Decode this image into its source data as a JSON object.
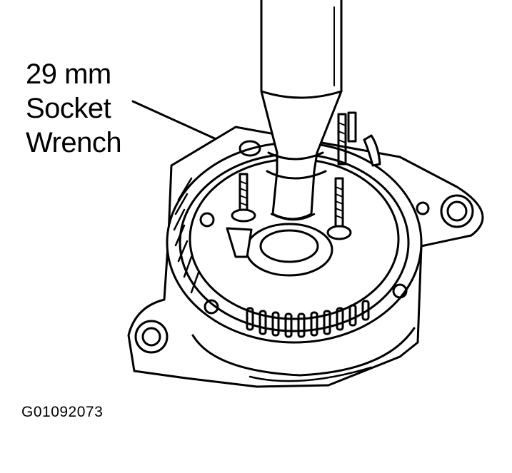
{
  "callout": {
    "lines": [
      "29 mm",
      "Socket",
      "Wrench"
    ]
  },
  "figure_code": "G01092073",
  "colors": {
    "ink": "#000000",
    "paper": "#ffffff"
  }
}
